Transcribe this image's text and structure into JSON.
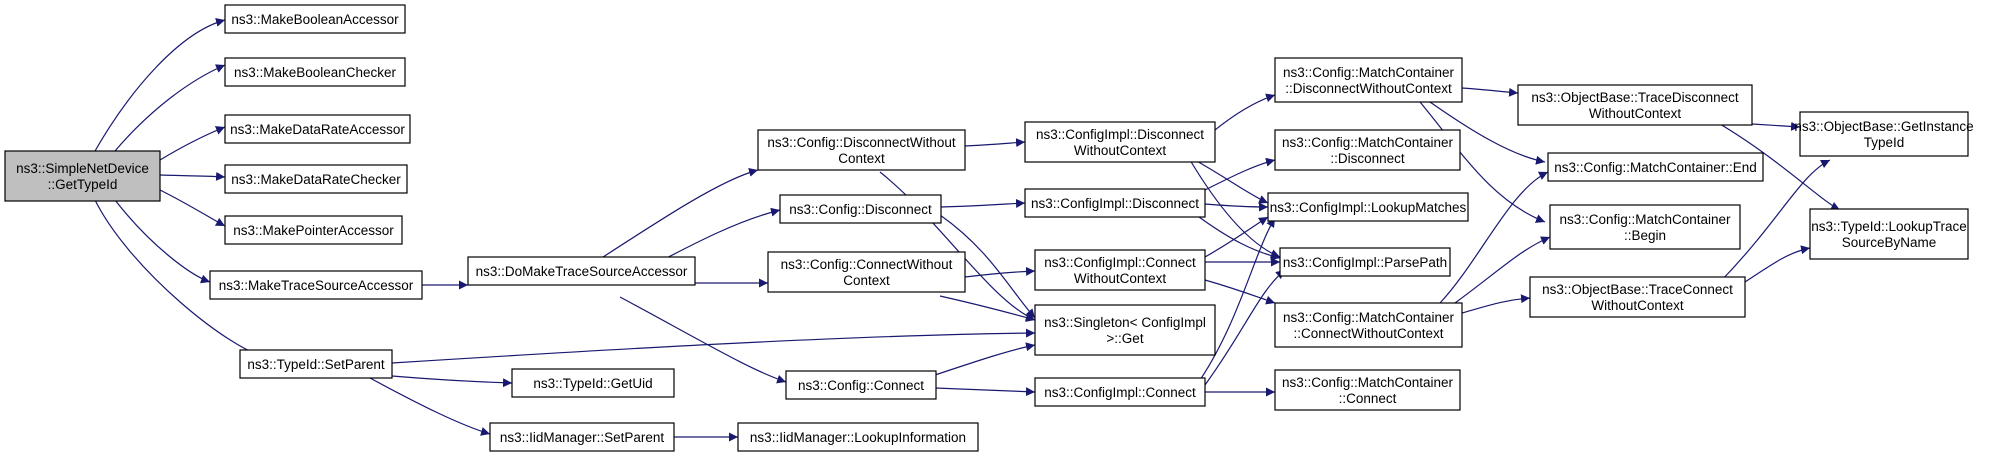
{
  "colors": {
    "edge": "#191970",
    "node_border": "#000000",
    "node_fill": "#ffffff",
    "root_fill": "#bfbfbf"
  },
  "nodes": {
    "n_root": [
      "ns3::SimpleNetDevice",
      "::GetTypeId"
    ],
    "n_mba": [
      "ns3::MakeBooleanAccessor"
    ],
    "n_mbc": [
      "ns3::MakeBooleanChecker"
    ],
    "n_mdra": [
      "ns3::MakeDataRateAccessor"
    ],
    "n_mdrc": [
      "ns3::MakeDataRateChecker"
    ],
    "n_mpa": [
      "ns3::MakePointerAccessor"
    ],
    "n_mtsa": [
      "ns3::MakeTraceSourceAccessor"
    ],
    "n_tsp": [
      "ns3::TypeId::SetParent"
    ],
    "n_dmtsa": [
      "ns3::DoMakeTraceSourceAccessor"
    ],
    "n_tgu": [
      "ns3::TypeId::GetUid"
    ],
    "n_imsp": [
      "ns3::IidManager::SetParent"
    ],
    "n_imli": [
      "ns3::IidManager::LookupInformation"
    ],
    "n_cdwc": [
      "ns3::Config::DisconnectWithout",
      "Context"
    ],
    "n_cd": [
      "ns3::Config::Disconnect"
    ],
    "n_ccwc": [
      "ns3::Config::ConnectWithout",
      "Context"
    ],
    "n_cc": [
      "ns3::Config::Connect"
    ],
    "n_cidwc": [
      "ns3::ConfigImpl::Disconnect",
      "WithoutContext"
    ],
    "n_cid": [
      "ns3::ConfigImpl::Disconnect"
    ],
    "n_cicwc": [
      "ns3::ConfigImpl::Connect",
      "WithoutContext"
    ],
    "n_sg": [
      "ns3::Singleton< ConfigImpl",
      ">::Get"
    ],
    "n_cic": [
      "ns3::ConfigImpl::Connect"
    ],
    "n_cmcdwc": [
      "ns3::Config::MatchContainer",
      "::DisconnectWithoutContext"
    ],
    "n_cmcd": [
      "ns3::Config::MatchContainer",
      "::Disconnect"
    ],
    "n_cilm": [
      "ns3::ConfigImpl::LookupMatches"
    ],
    "n_cipp": [
      "ns3::ConfigImpl::ParsePath"
    ],
    "n_cmccwc": [
      "ns3::Config::MatchContainer",
      "::ConnectWithoutContext"
    ],
    "n_cmcc": [
      "ns3::Config::MatchContainer",
      "::Connect"
    ],
    "n_obtdwc": [
      "ns3::ObjectBase::TraceDisconnect",
      "WithoutContext"
    ],
    "n_cmce": [
      "ns3::Config::MatchContainer::End"
    ],
    "n_cmcb": [
      "ns3::Config::MatchContainer",
      "::Begin"
    ],
    "n_obtcwc": [
      "ns3::ObjectBase::TraceConnect",
      "WithoutContext"
    ],
    "n_obgit": [
      "ns3::ObjectBase::GetInstance",
      "TypeId"
    ],
    "n_tlts": [
      "ns3::TypeId::LookupTrace",
      "SourceByName"
    ]
  }
}
